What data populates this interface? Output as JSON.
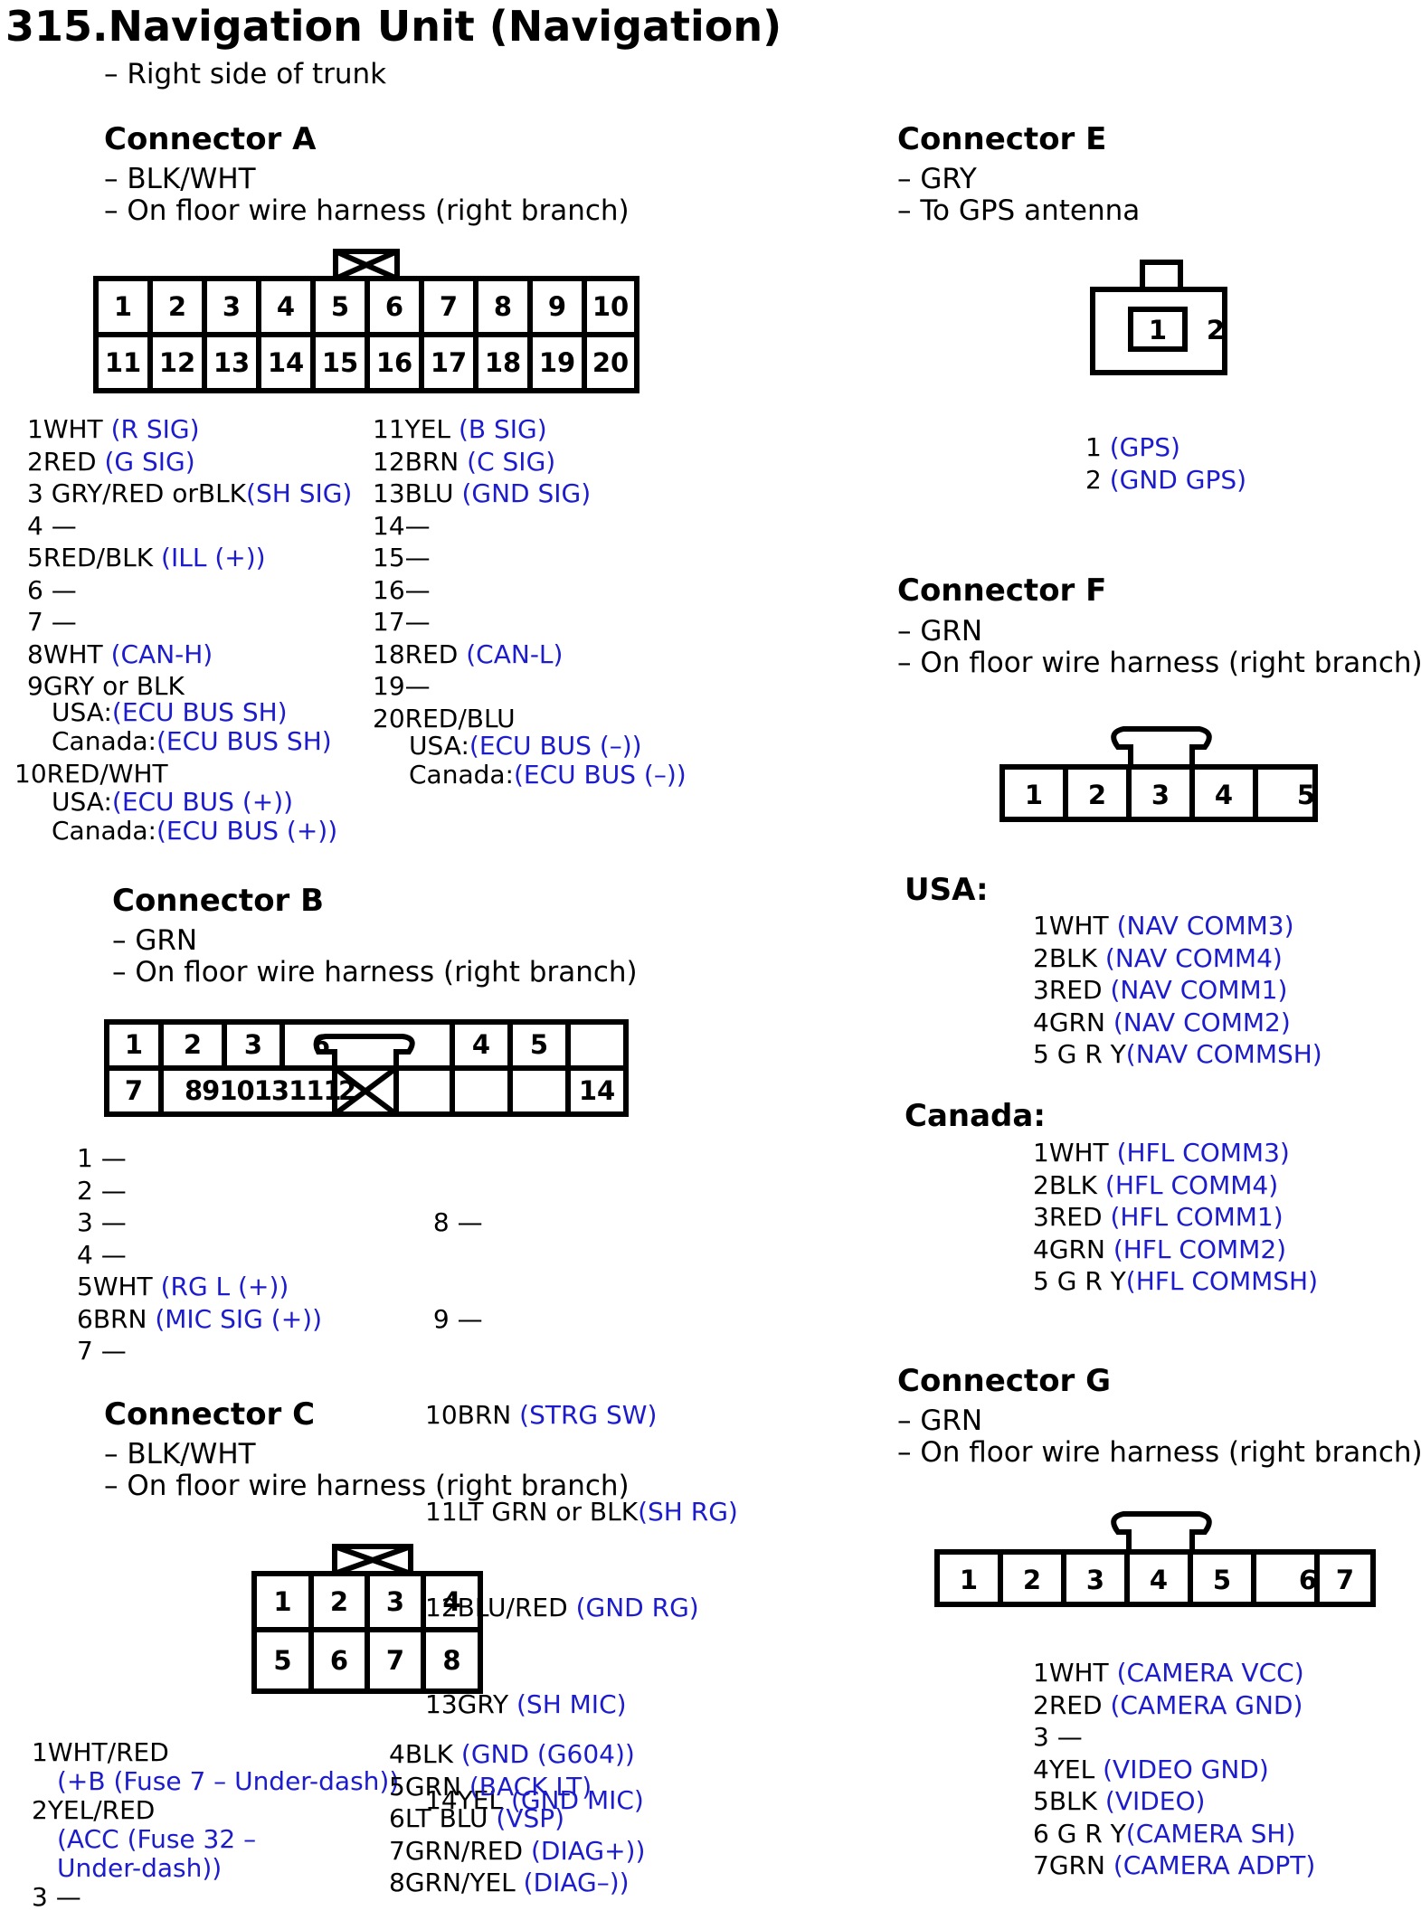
{
  "title": "315.Navigation Unit (Navigation)",
  "location": "– Right side of trunk",
  "connA": {
    "heading": "Connector A",
    "desc": [
      "– BLK/WHT",
      "– On floor wire harness (right branch)"
    ],
    "pins_top": [
      "1",
      "2",
      "3",
      "4",
      "5",
      "6",
      "7",
      "8",
      "9",
      "10"
    ],
    "pins_bottom": [
      "11",
      "12",
      "13",
      "14",
      "15",
      "16",
      "17",
      "18",
      "19",
      "20"
    ],
    "left_list": [
      {
        "pin": "1WHT",
        "sig": "(R SIG)"
      },
      {
        "pin": "2RED",
        "sig": "(G SIG)"
      },
      {
        "pin": "3 GRY/RED orBLK",
        "sig": "(SH SIG)"
      },
      {
        "pin": "4 —",
        "sig": ""
      },
      {
        "pin": "5RED/BLK",
        "sig": "(ILL (+))"
      },
      {
        "pin": "6 —",
        "sig": ""
      },
      {
        "pin": "7 —",
        "sig": ""
      },
      {
        "pin": "8WHT",
        "sig": "(CAN-H)"
      },
      {
        "pin": "9GRY or BLK",
        "sig": ""
      }
    ],
    "pin9_usa": {
      "label": "USA:",
      "sig": "(ECU BUS SH)"
    },
    "pin9_canada": {
      "label": "Canada:",
      "sig": "(ECU BUS SH)"
    },
    "pin10": "10RED/WHT",
    "pin10_usa": {
      "label": "USA:",
      "sig": "(ECU BUS (+))"
    },
    "pin10_canada": {
      "label": "Canada:",
      "sig": "(ECU BUS (+))"
    },
    "right_list": [
      {
        "pin": "11YEL",
        "sig": "(B SIG)"
      },
      {
        "pin": "12BRN",
        "sig": "(C SIG)"
      },
      {
        "pin": "13BLU",
        "sig": "(GND SIG)"
      },
      {
        "pin": "14—",
        "sig": ""
      },
      {
        "pin": "15—",
        "sig": ""
      },
      {
        "pin": "16—",
        "sig": ""
      },
      {
        "pin": "17—",
        "sig": ""
      },
      {
        "pin": "18RED",
        "sig": "(CAN-L)"
      },
      {
        "pin": "19—",
        "sig": ""
      },
      {
        "pin": "20RED/BLU",
        "sig": ""
      }
    ],
    "pin20_usa": {
      "label": "USA:",
      "sig": "(ECU BUS (–))"
    },
    "pin20_canada": {
      "label": "Canada:",
      "sig": "(ECU BUS (–))"
    }
  },
  "connB": {
    "heading": "Connector B",
    "desc": [
      "– GRN",
      "– On floor wire harness (right branch)"
    ],
    "pins_top": [
      "1",
      "2",
      "3",
      "6",
      "4",
      "5"
    ],
    "pins_bottom": [
      "7",
      "891013111",
      "2",
      "14"
    ],
    "left_list": [
      {
        "pin": "1 —",
        "sig": ""
      },
      {
        "pin": "2 —",
        "sig": ""
      },
      {
        "pin": "3 —",
        "sig": ""
      },
      {
        "pin": "4 —",
        "sig": ""
      },
      {
        "pin": "5WHT",
        "sig": "(RG L (+))"
      },
      {
        "pin": "6BRN",
        "sig": "(MIC SIG (+))"
      },
      {
        "pin": "7 —",
        "sig": ""
      }
    ],
    "right_list": [
      {
        "pin": " 8 —",
        "sig": ""
      },
      {
        "pin": " 9 —",
        "sig": ""
      },
      {
        "pin": "10BRN",
        "sig": "(STRG SW)"
      },
      {
        "pin": "11LT GRN or BLK",
        "sig": "(SH RG)"
      },
      {
        "pin": "12BLU/RED",
        "sig": "(GND RG)"
      },
      {
        "pin": "13GRY",
        "sig": "(SH MIC)"
      },
      {
        "pin": "14YEL",
        "sig": "(GND MIC)"
      }
    ]
  },
  "connC": {
    "heading": "Connector C",
    "desc": [
      "– BLK/WHT",
      "– On floor wire harness (right branch)"
    ],
    "pins_top": [
      "1",
      "2",
      "3",
      "4"
    ],
    "pins_bottom": [
      "5",
      "6",
      "7",
      "8"
    ],
    "left_list": [
      {
        "pin": "1WHT/RED",
        "sig": ""
      },
      {
        "pin": "",
        "sig": "(+B (Fuse 7 – Under-dash))"
      },
      {
        "pin": "2YEL/RED",
        "sig": ""
      },
      {
        "pin": "",
        "sig": "(ACC (Fuse 32 –"
      },
      {
        "pin": "",
        "sig": "Under-dash))"
      },
      {
        "pin": "3 —",
        "sig": ""
      }
    ],
    "right_list": [
      {
        "pin": "4BLK",
        "sig": "(GND (G604))"
      },
      {
        "pin": "5GRN",
        "sig": "(BACK LT)"
      },
      {
        "pin": "6LT BLU",
        "sig": "(VSP)"
      },
      {
        "pin": "7GRN/RED",
        "sig": "(DIAG+))"
      },
      {
        "pin": "8GRN/YEL",
        "sig": "(DIAG–))"
      }
    ]
  },
  "connE": {
    "heading": "Connector E",
    "desc": [
      "– GRY",
      "– To GPS antenna"
    ],
    "pins": [
      "1",
      "2"
    ],
    "list": [
      {
        "pin": "1",
        "sig": "(GPS)"
      },
      {
        "pin": "2",
        "sig": "(GND GPS)"
      }
    ]
  },
  "connF": {
    "heading": "Connector F",
    "desc": [
      "– GRN",
      "– On floor wire harness (right branch)"
    ],
    "pins": [
      "1",
      "2",
      "3",
      "4",
      "5"
    ],
    "usa_label": "USA:",
    "usa_list": [
      {
        "pin": "1WHT",
        "sig": "(NAV COMM3)"
      },
      {
        "pin": "2BLK",
        "sig": "(NAV COMM4)"
      },
      {
        "pin": "3RED",
        "sig": "(NAV COMM1)"
      },
      {
        "pin": "4GRN",
        "sig": "(NAV COMM2)"
      },
      {
        "pin": "5 G R Y",
        "sig": "(NAV COMMSH)"
      }
    ],
    "canada_label": "Canada:",
    "canada_list": [
      {
        "pin": "1WHT",
        "sig": "(HFL COMM3)"
      },
      {
        "pin": "2BLK",
        "sig": "(HFL COMM4)"
      },
      {
        "pin": "3RED",
        "sig": "(HFL COMM1)"
      },
      {
        "pin": "4GRN",
        "sig": "(HFL COMM2)"
      },
      {
        "pin": "5 G R Y",
        "sig": "(HFL COMMSH)"
      }
    ]
  },
  "connG": {
    "heading": "Connector G",
    "desc": [
      "– GRN",
      "– On floor wire harness (right branch)"
    ],
    "pins": [
      "1",
      "2",
      "3",
      "4",
      "5",
      "6",
      "7"
    ],
    "list": [
      {
        "pin": "1WHT",
        "sig": "(CAMERA VCC)"
      },
      {
        "pin": "2RED",
        "sig": "(CAMERA GND)"
      },
      {
        "pin": "3 —",
        "sig": ""
      },
      {
        "pin": "4YEL",
        "sig": "(VIDEO GND)"
      },
      {
        "pin": "5BLK",
        "sig": "(VIDEO)"
      },
      {
        "pin": "6 G R Y",
        "sig": "(CAMERA SH)"
      },
      {
        "pin": "7GRN",
        "sig": "(CAMERA ADPT)"
      }
    ]
  }
}
